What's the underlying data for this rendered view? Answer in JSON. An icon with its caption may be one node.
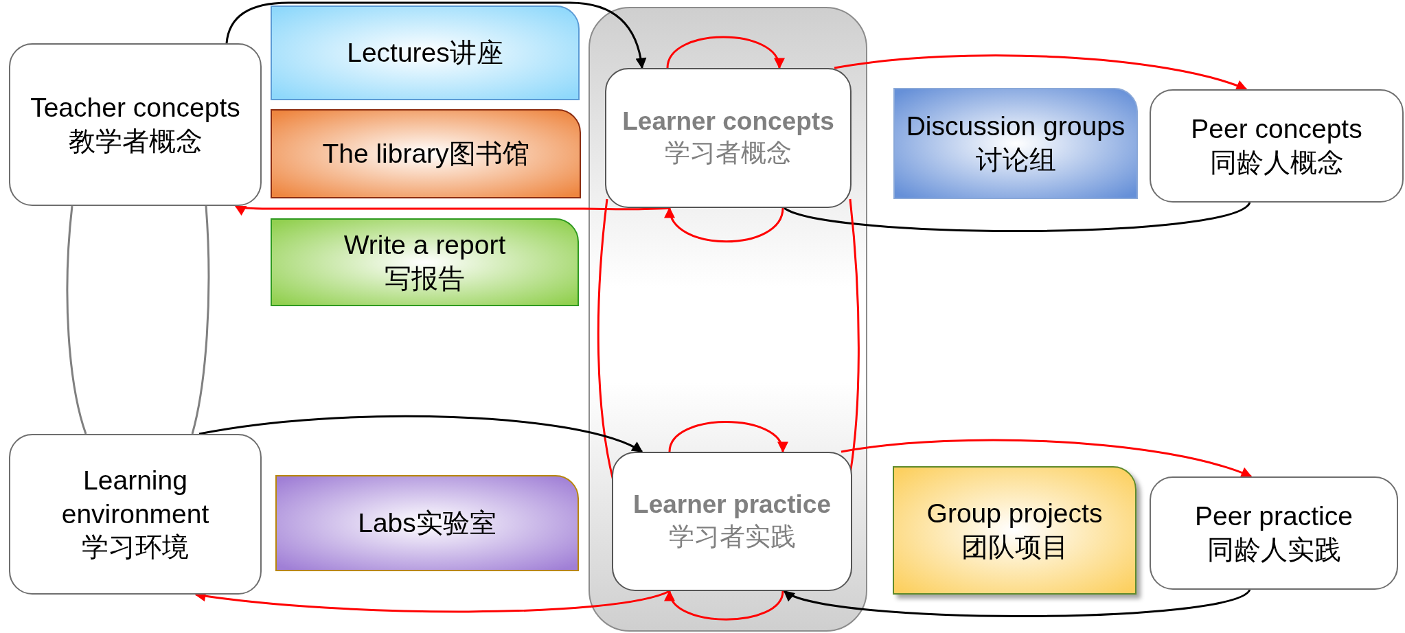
{
  "diagram": {
    "nodes": [
      {
        "text": [
          "Teacher concepts",
          "教学者概念"
        ]
      },
      {
        "text": [
          "Lectures讲座"
        ]
      },
      {
        "text": [
          "The library图书馆"
        ]
      },
      {
        "text": [
          "Write a report",
          "写报告"
        ]
      },
      {
        "text": [],
        "shape": "box"
      },
      {
        "text": [
          "Learner concepts",
          "学习者概念"
        ],
        "in": 4
      },
      {
        "text": [
          "Discussion groups讨论组"
        ]
      },
      {
        "text": [
          "Peer concepts",
          "同龄人概念"
        ]
      },
      {
        "text": [
          "Learning environment",
          "学习环境"
        ]
      },
      {
        "text": [
          "Labs实验室"
        ]
      },
      {
        "text": [
          "Learner practice",
          "学习者实践"
        ],
        "in": 4
      },
      {
        "text": [
          "Group projects",
          "团队项目"
        ]
      },
      {
        "text": [
          "Peer practice",
          "同龄人实践"
        ]
      }
    ],
    "edges": [
      {
        "from": 0,
        "to": 5,
        "arrow": "to",
        "color": "#000000"
      },
      {
        "from": 5,
        "to": 0,
        "arrow": "to"
      },
      {
        "from": 5,
        "to": 5,
        "arrow": "to"
      },
      {
        "from": 5,
        "to": 5,
        "arrow": "to"
      },
      {
        "from": 5,
        "to": 7,
        "arrow": "to"
      },
      {
        "from": 7,
        "to": 5,
        "arrow": "none",
        "color": "#000000"
      },
      {
        "from": 5,
        "to": 10,
        "arrow": "none"
      },
      {
        "from": 5,
        "to": 10,
        "arrow": "none"
      },
      {
        "from": 0,
        "to": 8,
        "arrow": "none",
        "color": "#808080"
      },
      {
        "from": 0,
        "to": 8,
        "arrow": "none",
        "color": "#808080"
      },
      {
        "from": 8,
        "to": 10,
        "arrow": "to",
        "color": "#000000"
      },
      {
        "from": 10,
        "to": 8,
        "arrow": "to"
      },
      {
        "from": 10,
        "to": 10,
        "arrow": "to"
      },
      {
        "from": 10,
        "to": 10,
        "arrow": "to"
      },
      {
        "from": 10,
        "to": 12,
        "arrow": "to"
      },
      {
        "from": 12,
        "to": 10,
        "arrow": "to",
        "color": "#000000"
      }
    ]
  }
}
